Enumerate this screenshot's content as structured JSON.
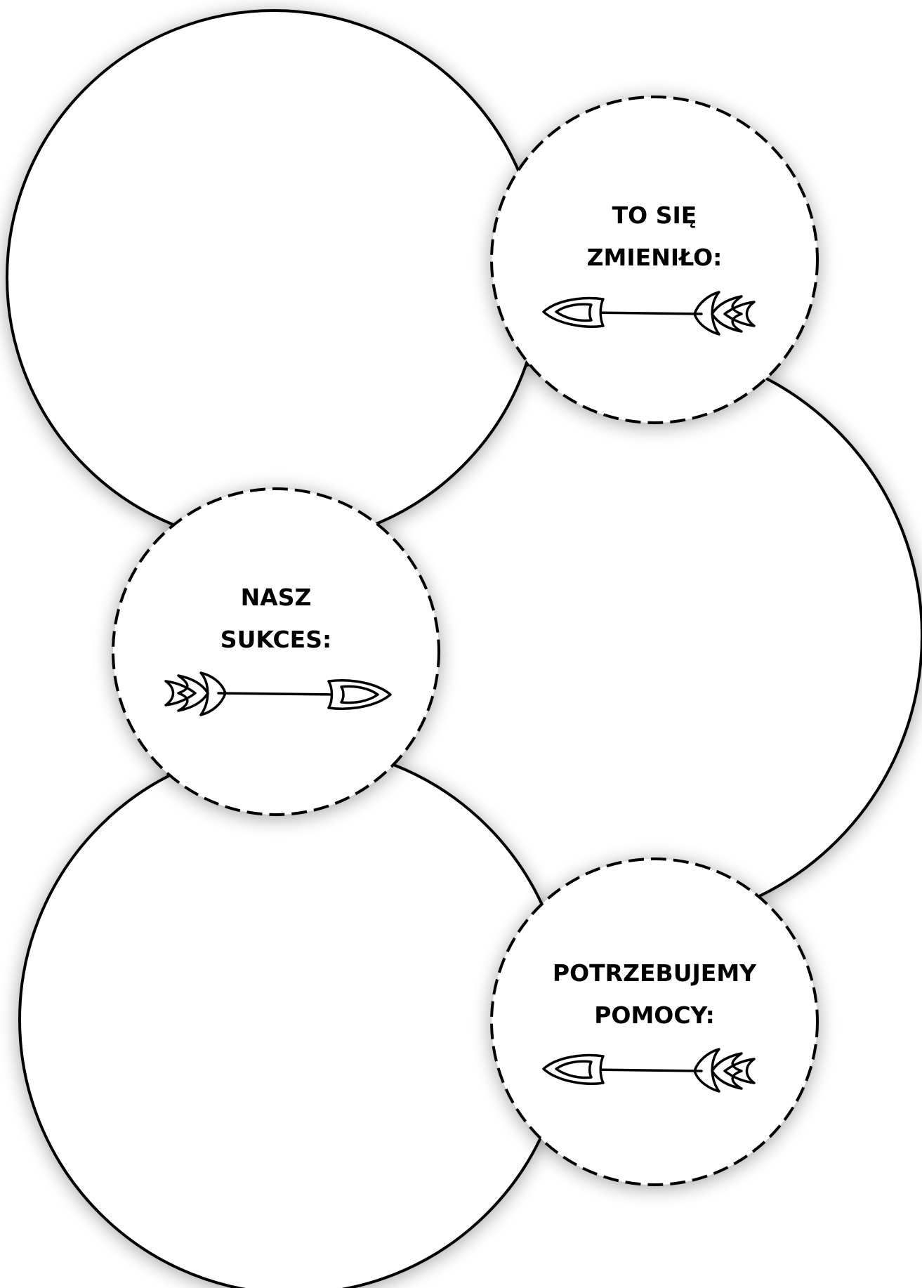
{
  "labels": {
    "top_right": [
      "TO SIĘ",
      "ZMIENIŁO:"
    ],
    "middle_left": [
      "NASZ",
      "SUKCES:"
    ],
    "bottom_right": [
      "POTRZEBUJEMY",
      "POMOCY:"
    ]
  },
  "colors": {
    "background": "#ffffff",
    "stroke": "#000000",
    "shadow": "#b0b0b0"
  },
  "icons": {
    "top_right": "arrow-left-icon",
    "middle_left": "arrow-right-icon",
    "bottom_right": "arrow-left-icon"
  }
}
